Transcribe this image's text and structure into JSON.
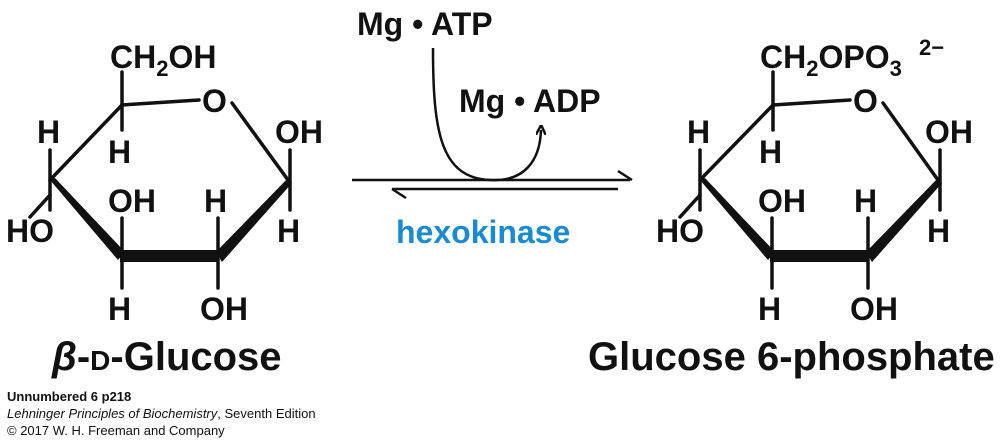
{
  "reaction": {
    "reactant": {
      "name_prefix": "β",
      "name_mid": "-",
      "name_sc": "D",
      "name_tail": "-Glucose",
      "ch2oh_main": "CH",
      "ch2oh_sub": "2",
      "ch2oh_end": "OH",
      "ring_o": "O",
      "c1_top": "OH",
      "c1_bottom": "H",
      "c2_top": "H",
      "c2_bottom": "OH",
      "c3_top": "OH",
      "c3_bottom": "H",
      "c4_top": "H",
      "c4_left": "HO",
      "c5_bottom": "H"
    },
    "product": {
      "name": "Glucose 6-phosphate",
      "ch2_main": "CH",
      "ch2_sub": "2",
      "po_main": "OPO",
      "po_sub": "3",
      "po_charge": "2−",
      "ring_o": "O",
      "c1_top": "OH",
      "c1_bottom": "H",
      "c2_top": "H",
      "c2_bottom": "OH",
      "c3_top": "OH",
      "c3_bottom": "H",
      "c4_top": "H",
      "c4_left": "HO",
      "c5_bottom": "H"
    },
    "cosubstrate_in": "Mg • ATP",
    "cosubstrate_out": "Mg • ADP",
    "enzyme": "hexokinase",
    "enzyme_color": "#1a8bd0"
  },
  "credits": {
    "figure_id": "Unnumbered 6 p218",
    "book_title": "Lehninger Principles of Biochemistry",
    "edition": ", Seventh Edition",
    "copyright": "© 2017 W. H. Freeman and Company"
  }
}
